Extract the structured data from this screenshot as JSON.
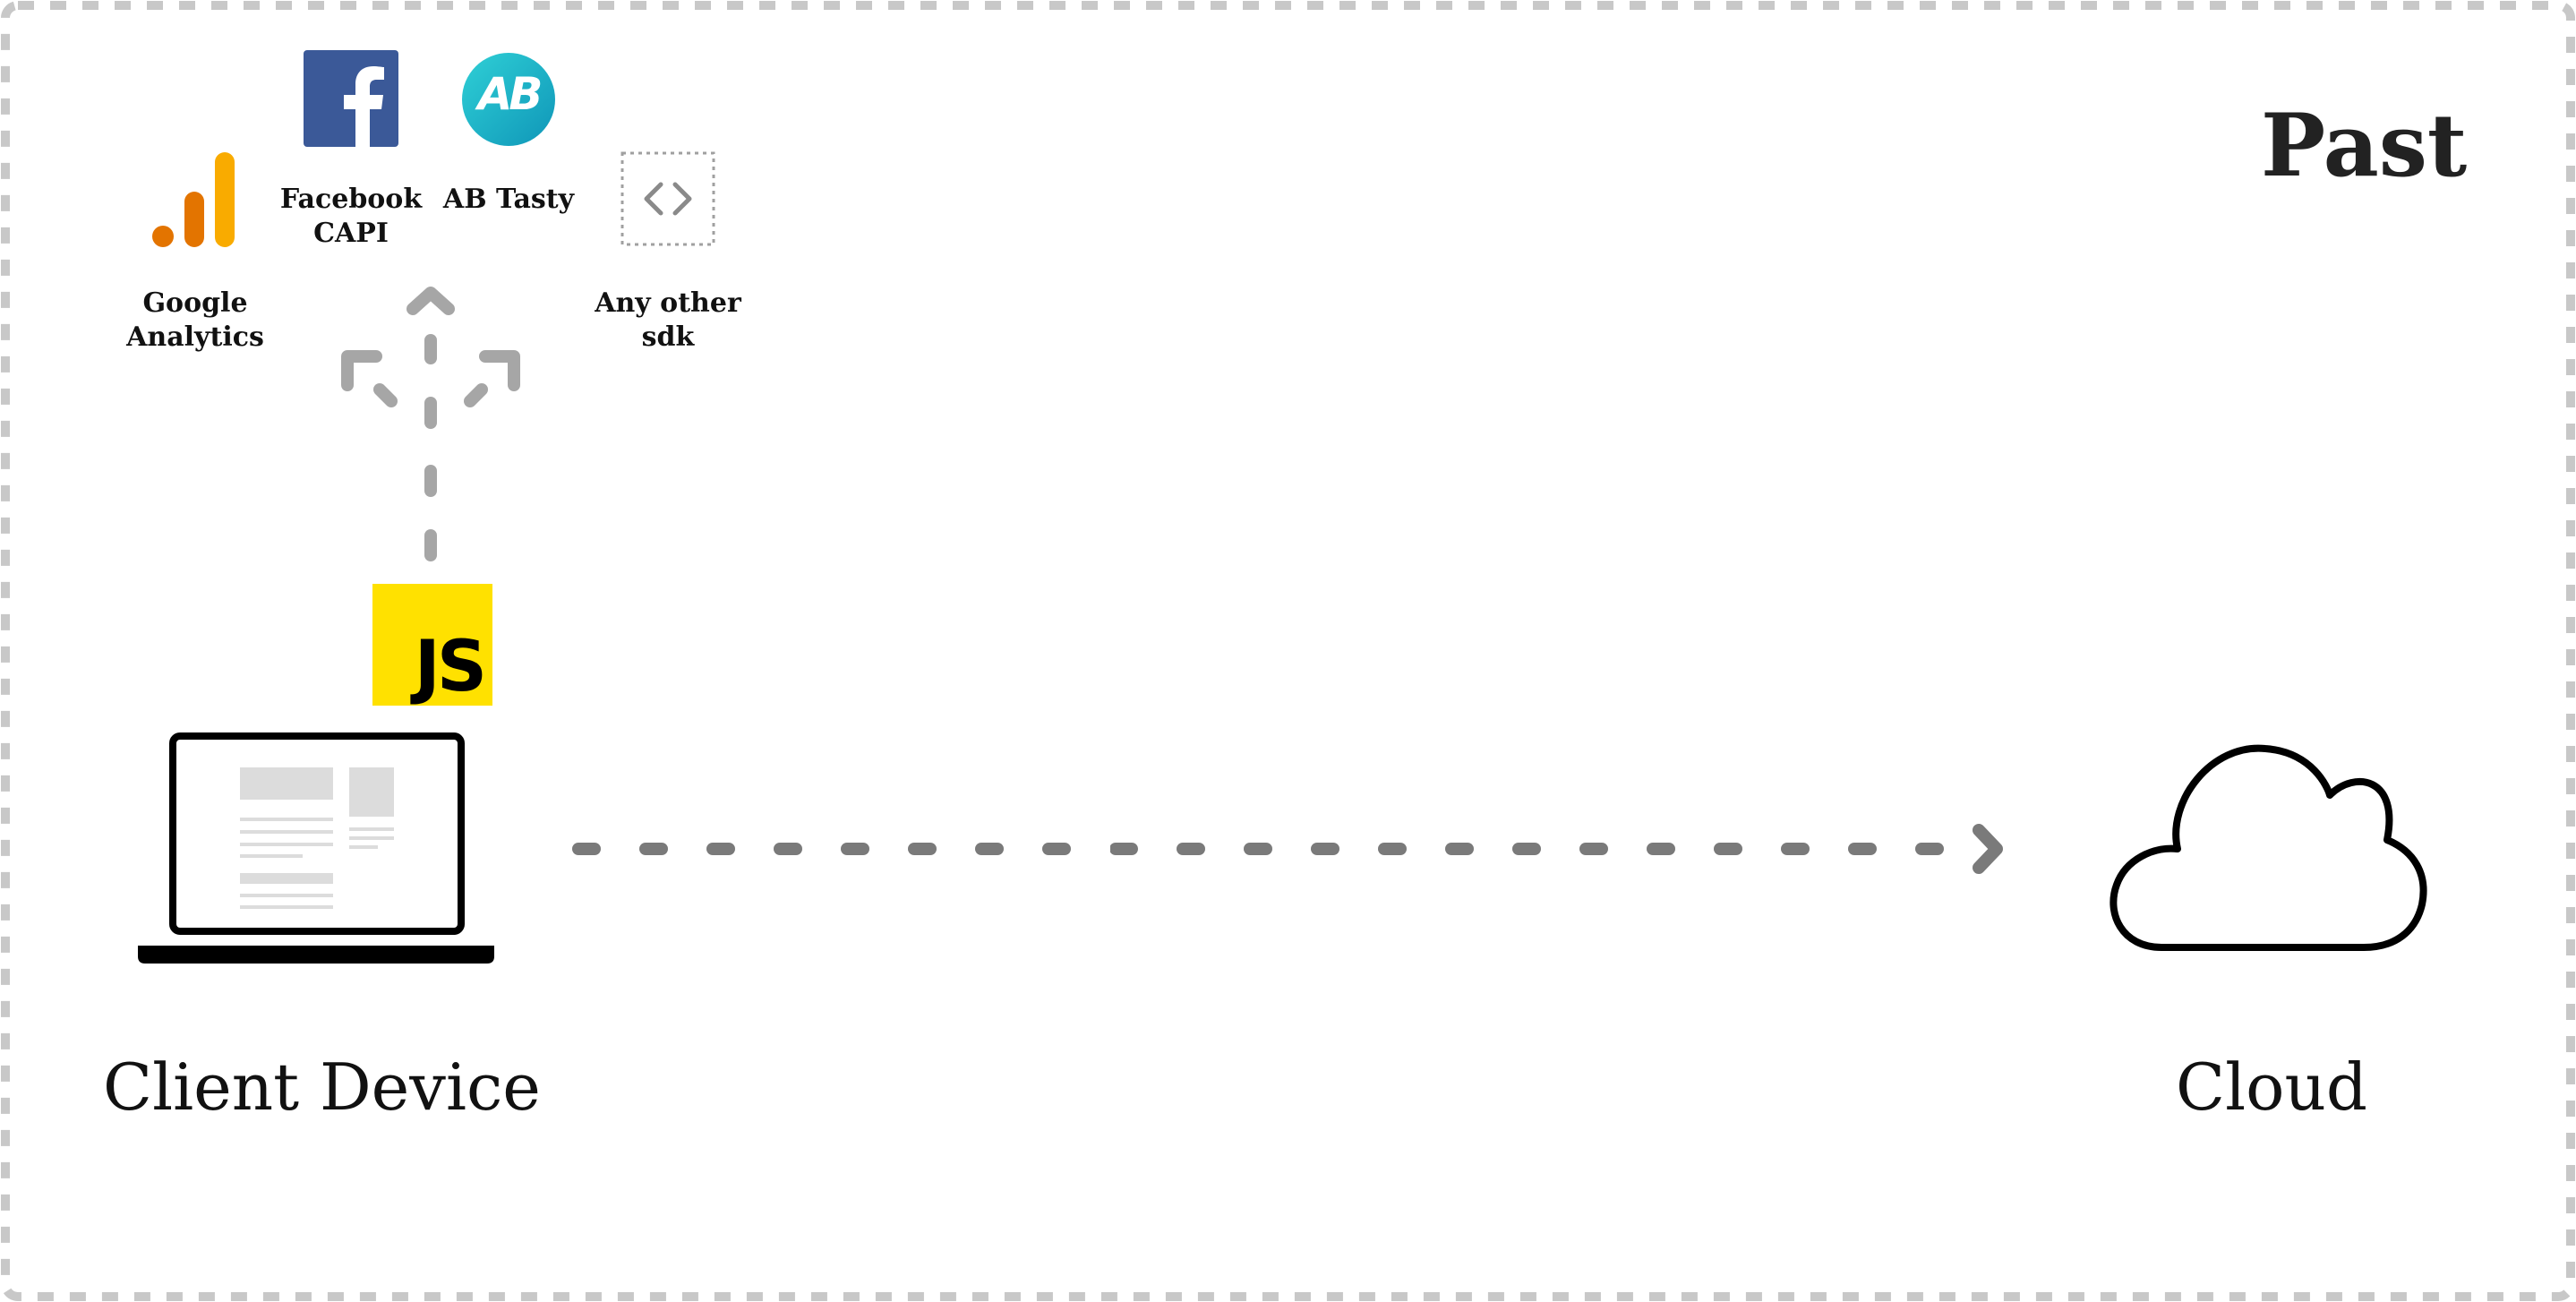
{
  "title": "Past",
  "client": {
    "label": "Client Device"
  },
  "cloud": {
    "label": "Cloud"
  },
  "js_badge": {
    "label": "JS",
    "color": "#ffe100"
  },
  "sdks": [
    {
      "name_line1": "Google",
      "name_line2": "Analytics",
      "icon": "google-analytics-icon",
      "color": "#f29a1e"
    },
    {
      "name_line1": "Facebook",
      "name_line2": "CAPI",
      "icon": "facebook-icon",
      "color": "#3b5998"
    },
    {
      "name_line1": "AB Tasty",
      "name_line2": "",
      "icon": "ab-tasty-icon",
      "color": "#1ab7c9",
      "logo_text": "AB"
    },
    {
      "name_line1": "Any other",
      "name_line2": "sdk",
      "icon": "code-icon",
      "color": "#999999"
    }
  ],
  "colors": {
    "border": "#c8c8c8",
    "arrow_dark": "#7a7a7a",
    "arrow_light": "#a6a6a6"
  }
}
